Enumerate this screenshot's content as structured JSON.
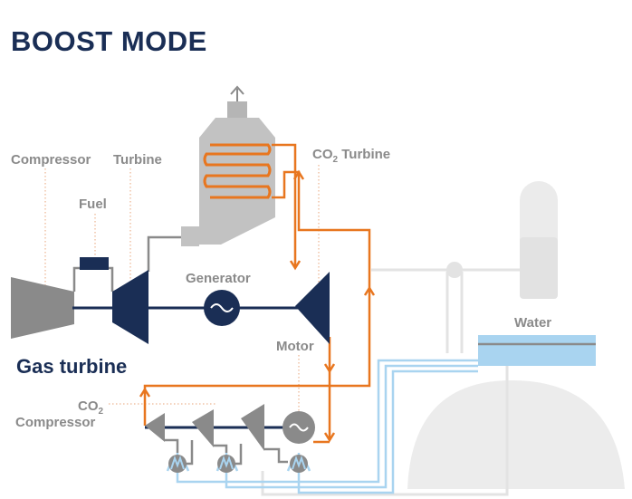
{
  "title": "BOOST MODE",
  "labels": {
    "compressor": "Compressor",
    "turbine": "Turbine",
    "fuel": "Fuel",
    "co2_turbine_prefix": "CO",
    "co2_turbine_sub": "2",
    "co2_turbine_suffix": " Turbine",
    "generator": "Generator",
    "motor": "Motor",
    "water": "Water",
    "gas_turbine": "Gas turbine",
    "co2_compressor_line1_prefix": "CO",
    "co2_compressor_line1_sub": "2",
    "co2_compressor_line2": "Compressor"
  },
  "colors": {
    "navy": "#1a2e55",
    "orange": "#e8761f",
    "light_blue": "#a9d4f0",
    "gray": "#8a8a8a",
    "light_gray": "#e6e6e6",
    "housing_gray": "#b5b5b5"
  }
}
